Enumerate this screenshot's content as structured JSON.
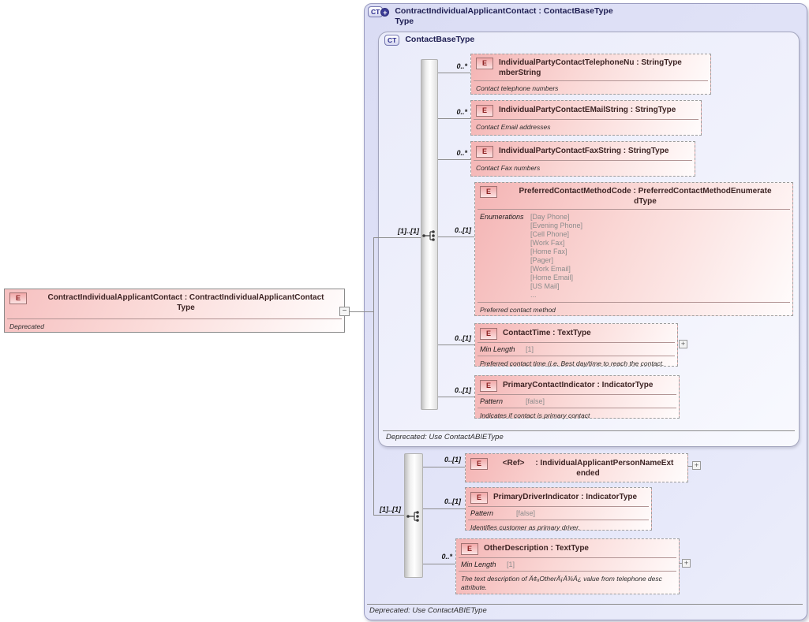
{
  "icons": {
    "e": "E",
    "ct": "CT",
    "plus": "+",
    "minus": "−",
    "expand": "+"
  },
  "root_element": {
    "title": "ContractIndividualApplicantContact : ContractIndividualApplicantContact\nType",
    "annotation": "Deprecated"
  },
  "outer_container": {
    "title": "ContractIndividualApplicantContact : ContactBaseType\nType",
    "footer": "Deprecated: Use ContactABIEType"
  },
  "inner_container": {
    "title": "ContactBaseType",
    "footer": "Deprecated: Use ContactABIEType"
  },
  "groups": [
    {
      "cardinality": "[1]..[1]"
    },
    {
      "cardinality": "[1]..[1]"
    }
  ],
  "elements": [
    {
      "title": "IndividualPartyContactTelephoneNu : StringType\nmberString",
      "cardinality": "0..*",
      "annotation": "Contact telephone numbers"
    },
    {
      "title": "IndividualPartyContactEMailString : StringType",
      "cardinality": "0..*",
      "annotation": "Contact Email addresses"
    },
    {
      "title": "IndividualPartyContactFaxString : StringType",
      "cardinality": "0..*",
      "annotation": "Contact Fax numbers"
    },
    {
      "title": "PreferredContactMethodCode : PreferredContactMethodEnumerate\ndType",
      "cardinality": "0..[1]",
      "facet_label": "Enumerations",
      "enum_values": [
        "[Day Phone]",
        "[Evening Phone]",
        "[Cell Phone]",
        "[Work Fax]",
        "[Home Fax]",
        "[Pager]",
        "[Work Email]",
        "[Home Email]",
        "[US Mail]",
        "..."
      ],
      "annotation": "Preferred contact method"
    },
    {
      "title": "ContactTime : TextType",
      "cardinality": "0..[1]",
      "facet_label": "Min Length",
      "facet_value": "[1]",
      "annotation": "Preferred contact time (i.e. Best day/time to reach the contact."
    },
    {
      "title": "PrimaryContactIndicator : IndicatorType",
      "cardinality": "0..[1]",
      "facet_label": "Pattern",
      "facet_value": "[false]",
      "annotation": "Indicates if contact is primary contact"
    },
    {
      "title": "<Ref>     : IndividualApplicantPersonNameExt\nended",
      "cardinality": "0..[1]"
    },
    {
      "title": "PrimaryDriverIndicator : IndicatorType",
      "cardinality": "0..[1]",
      "facet_label": "Pattern",
      "facet_value": "[false]",
      "annotation": "Identifies customer as primary driver."
    },
    {
      "title": "OtherDescription : TextType",
      "cardinality": "0..*",
      "facet_label": "Min Length",
      "facet_value": "[1]",
      "annotation": "The text description of Ä¢ₐOtherÄ¡Ä¾Ä¿ value from telephone desc attribute."
    }
  ]
}
